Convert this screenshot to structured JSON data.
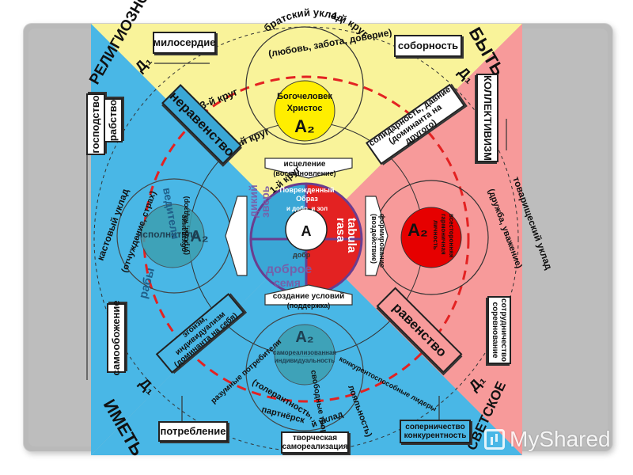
{
  "labels": {
    "miloserdie": "милосердие",
    "sobornost": "соборность",
    "krug4": "4-й круг",
    "krug3": "3-й круг",
    "krug2": "2-й круг",
    "krug1": "1-й круг",
    "bratsky1": "братский уклад",
    "bratsky2": "(любовь, забота, доверие)",
    "bogochelovek1": "Богочеловек",
    "bogochelovek2": "Христос",
    "a2": "А₂",
    "a2b": "А",
    "d1": "Д₁",
    "religioznoe": "РЕЛИГИОЗНОЕ",
    "byt": "БЫТЬ",
    "neravenstvo": "неравенство",
    "kollektivizm": "КОЛЛЕКТИВИЗМ",
    "gospodstvo": "господство",
    "rabstvo": "рабство",
    "solidarnost1": "солидарность, давние",
    "solidarnost2": "(доминанта на другого)",
    "iscelenie1": "исцеление",
    "iscelenie2": "(восстановление)",
    "povrezhdenny": "Поврежденный",
    "obraz": "Образ",
    "dobr_zol": "и добр, и зол",
    "tabula": "tabula",
    "rasa": "rasa",
    "formirovanie1": "формирование",
    "formirovanie2": "(воздействие)",
    "vsestoronnyaya1": "всесторонняя",
    "vsestoronnyaya2": "гармоничная",
    "vsestoronnyaya3": "личность",
    "tovarishch1": "товарищеский уклад",
    "tovarishch2": "(дружба, уважение)",
    "kastovy1": "кастовый уклад",
    "kastovy2": "(отчуждение, страх)",
    "ispolniteli": "исполнители",
    "vediteli": "ведители",
    "raby": "рабы",
    "obuzdanie1": "обуздание",
    "obuzdanie2": "(угрозы, надзор)",
    "dikiy": "дикий",
    "zver": "зверь",
    "dobroe": "доброе",
    "semya": "семя",
    "dobr": "добр",
    "sozdanie1": "создание условий",
    "sozdanie2": "(поддержка)",
    "ravenstvo": "равенство",
    "samoobozhenie": "самообожение",
    "egoizm1": "эгоизм, индивидуализм",
    "egoizm2": "(доминанта на себя)",
    "sotrudnichestvo1": "сотрудничество",
    "sotrudnichestvo2": "соревнование",
    "samoreal1": "самореализованная",
    "samoreal2": "индивидуальность",
    "razumnye": "разумные потребители",
    "konkurent_lidery": "конкурентоспособные лидеры",
    "tolerantnost1": "(толерантность,",
    "tolerantnost2": "партнёрск",
    "svobodnye": "свободные творцы",
    "loyalnost": "лояльность)",
    "uklad": "й уклад",
    "imet": "ИМЕТЬ",
    "svetskoe": "СВЕТСКОЕ",
    "potreblenie": "потребление",
    "sopernichestvo1": "соперничество",
    "sopernichestvo2": "конкурентность",
    "tvorcheskaya1": "творческая",
    "tvorcheskaya2": "самореализация",
    "watermark": "MyShared"
  },
  "colors": {
    "yellow": "#f9f39a",
    "salmon": "#f79a9a",
    "blue": "#49b7e6",
    "accentRed": "#e32222",
    "circleYellow": "#ffee00",
    "circleRed": "#e60000",
    "circleBlueGreen": "#3d9fb0"
  }
}
